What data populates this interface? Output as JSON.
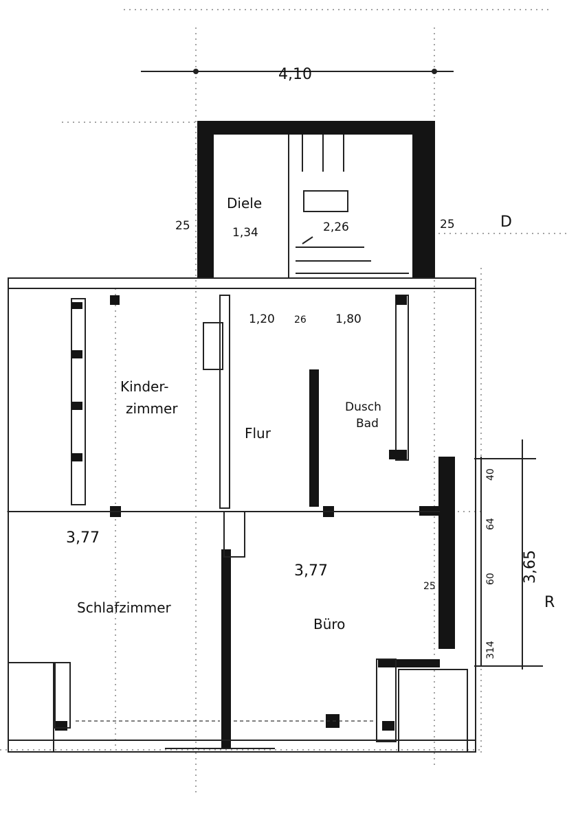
{
  "rooms": {
    "diele": "Diele",
    "kinder_line1": "Kinder-",
    "kinder_line2": "zimmer",
    "flur": "Flur",
    "dusch_line1": "Dusch",
    "dusch_line2": "Bad",
    "schlaf": "Schlafzimmer",
    "buero": "Büro"
  },
  "dimensions": {
    "top_width": "4,10",
    "left_wall": "25",
    "diele_width": "1,34",
    "stair_width": "2,26",
    "right_wall": "25",
    "flur_width": "1,20",
    "small_wall": "26",
    "bad_width": "1,80",
    "schlaf_width": "3,77",
    "buero_width": "3,77",
    "wall_25b": "25",
    "r_40": "40",
    "r_64": "64",
    "r_60": "60",
    "r_314": "314",
    "r_365": "3,65"
  },
  "markers": {
    "d": "D",
    "r": "R"
  }
}
